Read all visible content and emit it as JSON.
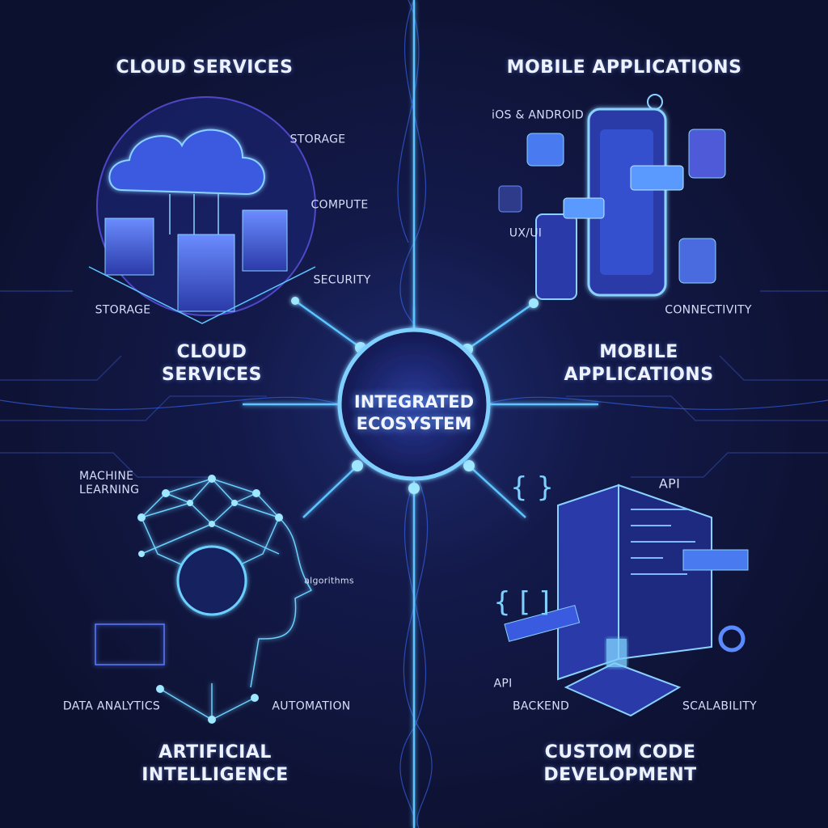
{
  "center": {
    "line1": "INTEGRATED",
    "line2": "ECOSYSTEM"
  },
  "quadrants": {
    "cloud": {
      "header": "CLOUD SERVICES",
      "title_line1": "CLOUD",
      "title_line2": "SERVICES",
      "labels": [
        "STORAGE",
        "COMPUTE",
        "SECURITY",
        "STORAGE"
      ]
    },
    "mobile": {
      "header": "MOBILE APPLICATIONS",
      "title_line1": "MOBILE",
      "title_line2": "APPLICATIONS",
      "labels": [
        "iOS & ANDROID",
        "UX/UI",
        "CONNECTIVITY"
      ]
    },
    "ai": {
      "title_line1": "ARTIFICIAL",
      "title_line2": "INTELLIGENCE",
      "labels": [
        "MACHINE",
        "LEARNING",
        "algorithms",
        "DATA ANALYTICS",
        "AUTOMATION"
      ]
    },
    "code": {
      "title_line1": "CUSTOM CODE",
      "title_line2": "DEVELOPMENT",
      "labels": [
        "API",
        "API",
        "BACKEND",
        "SCALABILITY"
      ],
      "braces": [
        "{ }",
        "{ [ ]"
      ]
    }
  },
  "colors": {
    "background": "#0e1233",
    "accent": "#4fb6ff",
    "glow": "#7fd0ff",
    "purple": "#6a5cff"
  }
}
